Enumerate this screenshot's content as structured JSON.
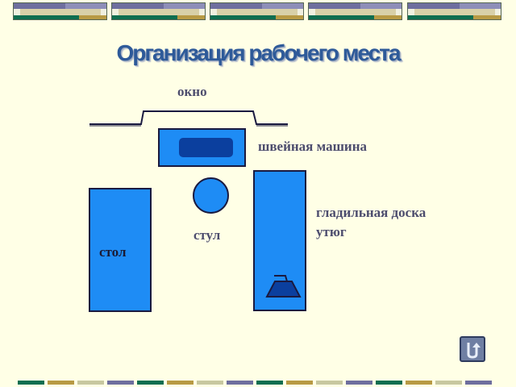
{
  "title": "Организация рабочего места",
  "labels": {
    "window": "окно",
    "sewing_machine": "швейная машина",
    "ironing_board": "гладильная доска",
    "iron": "утюг",
    "chair": "стул",
    "table": "стол"
  },
  "icons": {
    "iron": "iron-icon",
    "back": "return-arrow-icon"
  },
  "colors": {
    "furniture": "#1E8CF5",
    "outline": "#1A1A40",
    "machine_slot": "#0B3F9E",
    "title": "#2E5A99",
    "label": "#4D4D6E",
    "background": "#FFFFE6"
  }
}
